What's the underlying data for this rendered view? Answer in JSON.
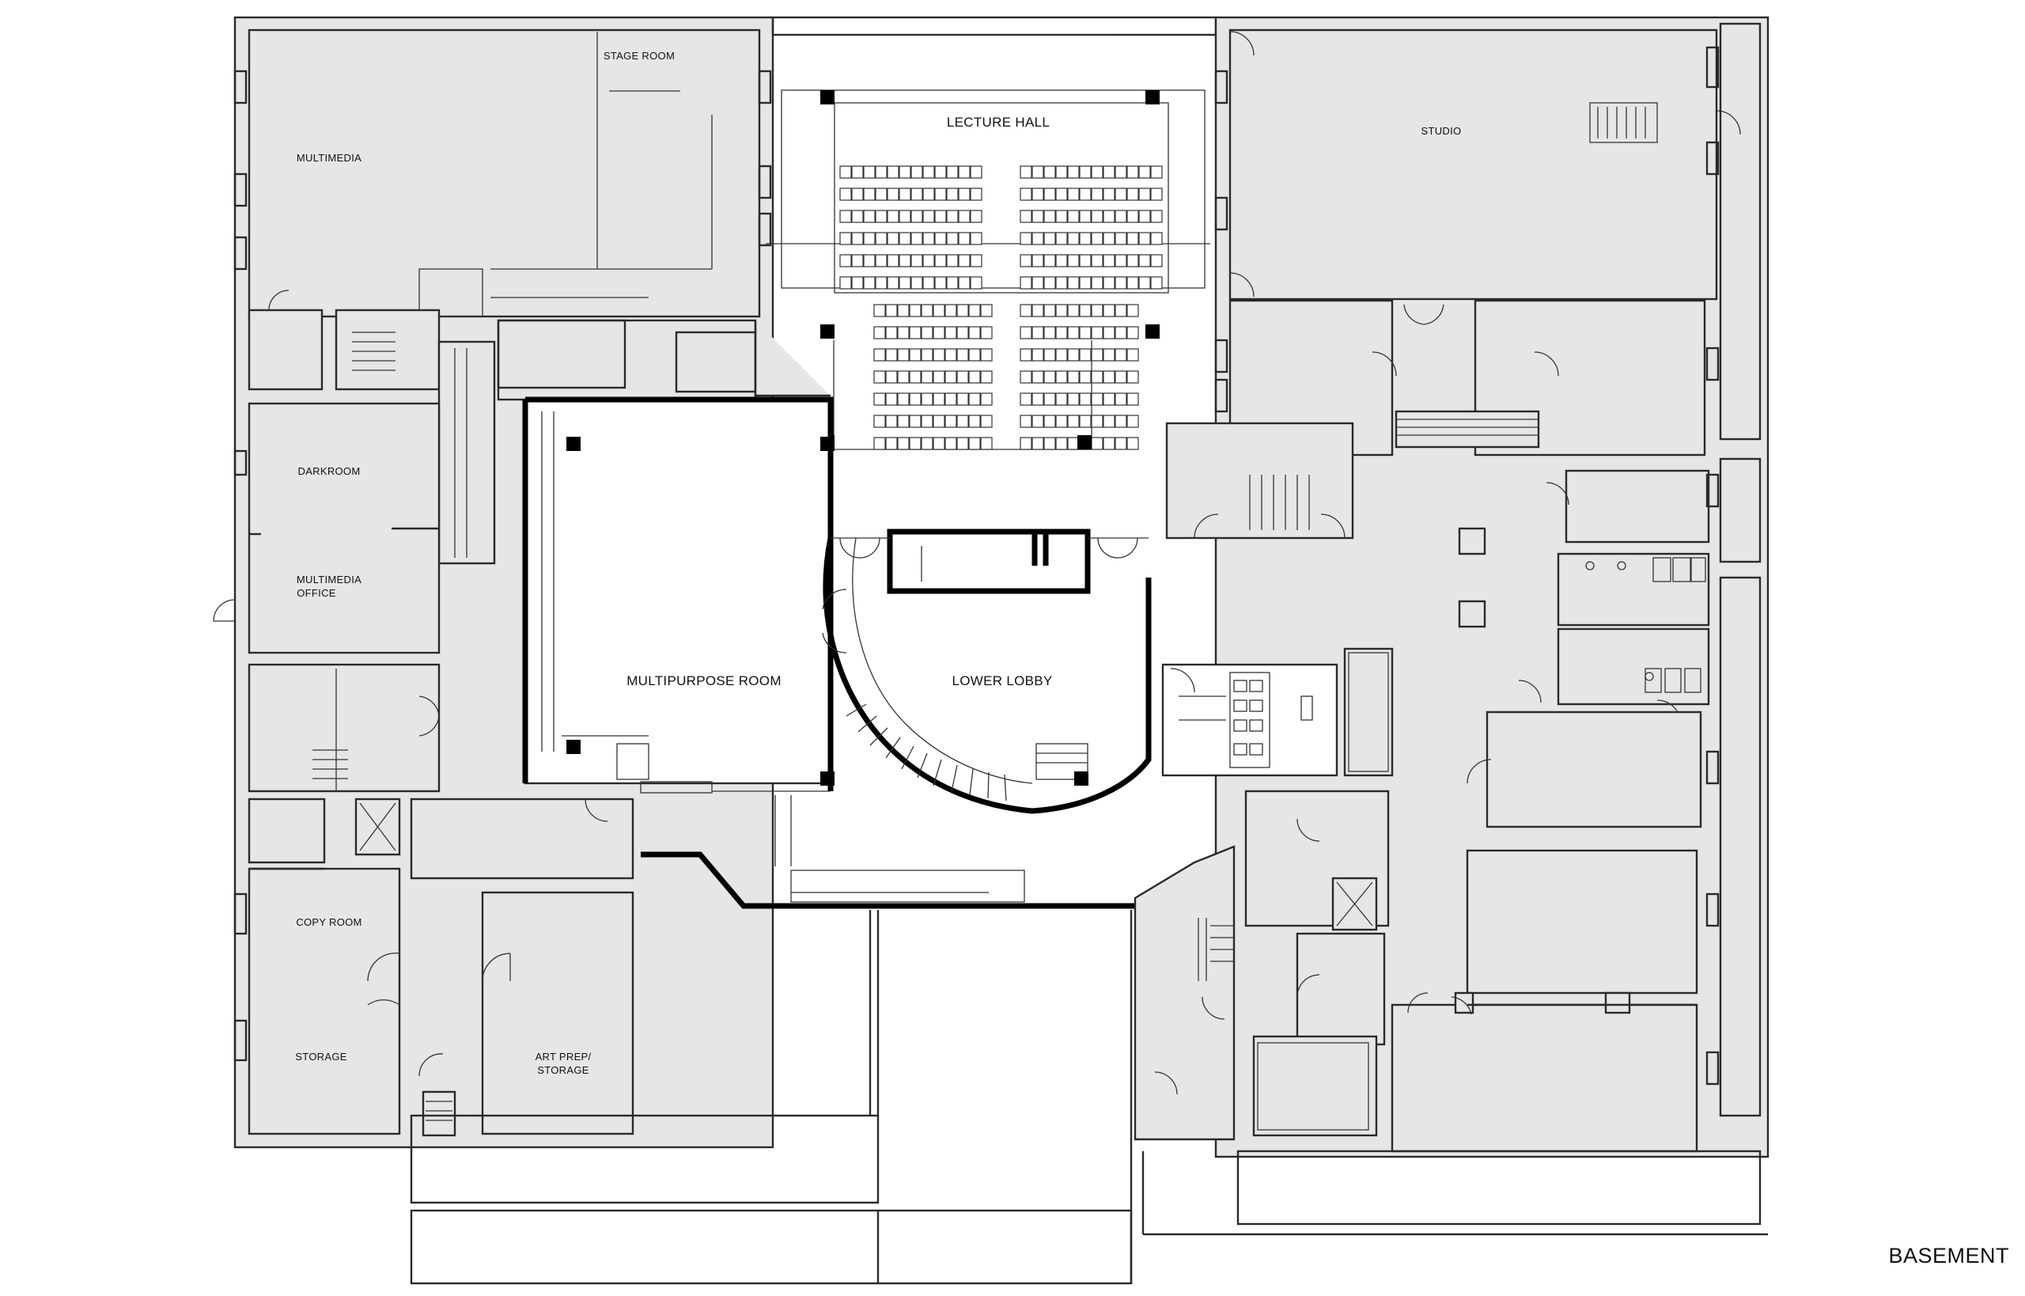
{
  "floor_label": "BASEMENT",
  "rooms": {
    "stage_room": "STAGE ROOM",
    "multimedia": "MULTIMEDIA",
    "lecture_hall": "LECTURE HALL",
    "studio": "STUDIO",
    "darkroom": "DARKROOM",
    "multimedia_office_line1": "MULTIMEDIA",
    "multimedia_office_line2": "OFFICE",
    "multipurpose_room": "MULTIPURPOSE ROOM",
    "lower_lobby": "LOWER LOBBY",
    "copy_room": "COPY ROOM",
    "storage": "STORAGE",
    "art_prep_line1": "ART PREP/",
    "art_prep_line2": "STORAGE"
  },
  "colors": {
    "room_fill": "#e6e6e6",
    "wall": "#2a2a2a",
    "open_space": "#ffffff"
  }
}
